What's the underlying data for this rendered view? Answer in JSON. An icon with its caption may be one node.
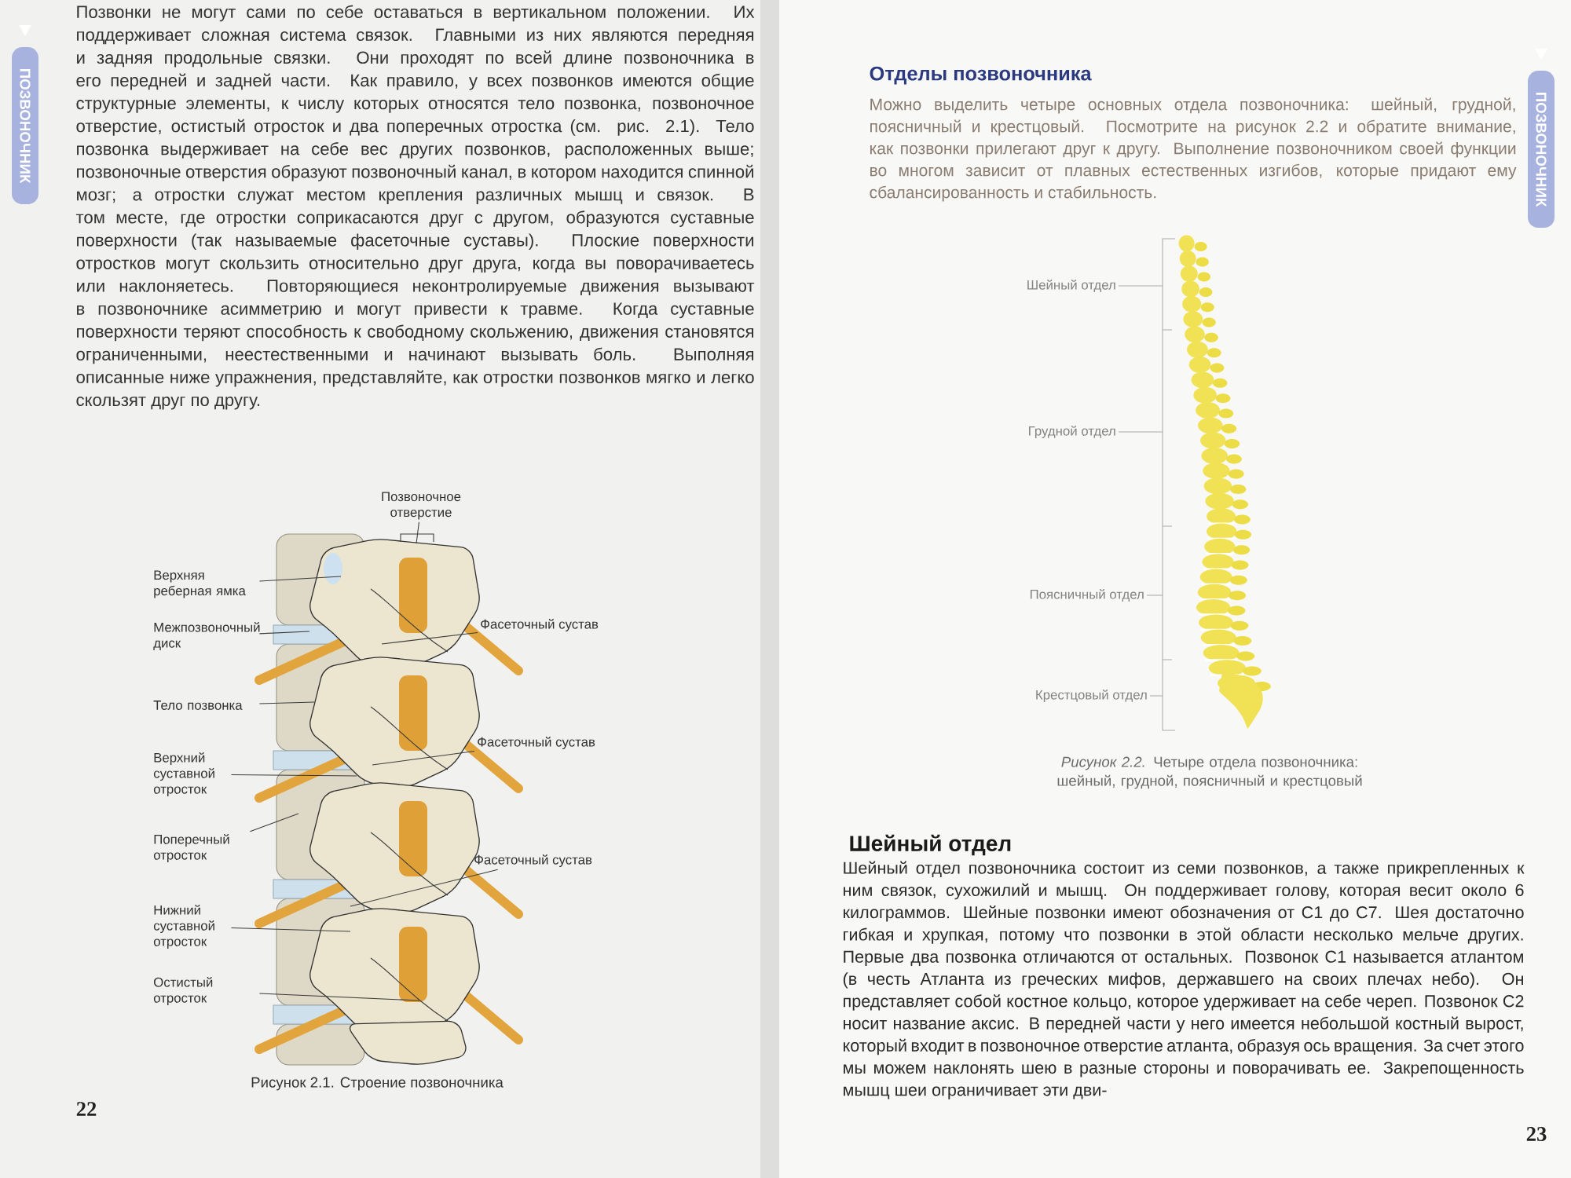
{
  "diagram": {
    "nodes": [
      {
        "text": [
          "ПОЗВОНОЧНИК"
        ]
      },
      {
        "text": [
          "Позвоночное отверстие"
        ]
      },
      {
        "text": [
          "Верхняя реберная ямка"
        ]
      },
      {
        "text": [
          "Межпозвоночный диск"
        ]
      },
      {
        "text": [
          "Тело позвонка"
        ]
      },
      {
        "text": [
          "Верхний суставной отросток"
        ]
      },
      {
        "text": [
          "Поперечный отросток"
        ]
      },
      {
        "text": [
          "Нижний суставной отросток"
        ]
      },
      {
        "text": [
          "Остистый отросток"
        ]
      },
      {
        "text": [
          "Фасеточный сустав"
        ]
      },
      {
        "text": [
          "Фасеточный сустав"
        ]
      },
      {
        "text": [
          "Фасеточный сустав"
        ]
      },
      {
        "text": [
          "ПОЗВОНОЧНИК"
        ]
      },
      {
        "text": [
          "Шейный отдел"
        ]
      },
      {
        "text": [
          "Грудной отдел"
        ]
      },
      {
        "text": [
          "Поясничный отдел"
        ]
      },
      {
        "text": [
          "Крестцовый отдел"
        ]
      }
    ],
    "edges": [
      {
        "from": 1,
        "to": null,
        "arrow": "none"
      },
      {
        "from": 2,
        "to": null,
        "arrow": "none"
      },
      {
        "from": 3,
        "to": null,
        "arrow": "none"
      },
      {
        "from": 4,
        "to": null,
        "arrow": "none"
      },
      {
        "from": 5,
        "to": null,
        "arrow": "none"
      },
      {
        "from": 6,
        "to": null,
        "arrow": "none"
      },
      {
        "from": 7,
        "to": null,
        "arrow": "none"
      },
      {
        "from": 8,
        "to": null,
        "arrow": "none"
      },
      {
        "from": 9,
        "to": null,
        "arrow": "none"
      },
      {
        "from": 10,
        "to": null,
        "arrow": "none"
      },
      {
        "from": 11,
        "to": null,
        "arrow": "none"
      },
      {
        "from": 13,
        "to": null,
        "arrow": "none",
        "color": "#aaaaaa"
      },
      {
        "from": 14,
        "to": null,
        "arrow": "none",
        "color": "#aaaaaa"
      },
      {
        "from": 15,
        "to": null,
        "arrow": "none",
        "color": "#aaaaaa"
      },
      {
        "from": 16,
        "to": null,
        "arrow": "none",
        "color": "#aaaaaa"
      }
    ],
    "labels": [
      "Позвонки не могут сами по себе оставаться в вертикальном положении. Их поддерживает сложная система связок. Главными из них являются передняя и задняя продольные связки. Они проходят по всей длине позвоночника в его передней и задней части. Как правило, у всех позвонков имеются общие структурные элементы, к числу которых относятся тело позвонка, позвоночное отверстие, остистый отросток и два поперечных отростка (см. рис. 2.1). Тело позвонка выдерживает на себе вес других позвонков, расположенных выше; позвоночные отверстия образуют позвоночный канал, в котором находится спинной мозг; а отростки служат местом крепления различных мышц и связок. В том месте, где отростки соприкасаются друг с другом, образуются суставные поверхности (так называемые фасеточные суставы). Плоские поверхности отростков могут скользить относительно друг друга, когда вы поворачиваетесь или наклоняетесь. Повторяющиеся неконтролируемые движения вызывают в позвоночнике асимметрию и могут привести к травме. Когда суставные поверхности теряют способность к свободному скольжению, движения становятся ограниченными, неестественными и начинают вызывать боль. Выполняя описанные ниже упражнения, представляйте, как отростки позвонков мягко и легко скользят друг по другу.",
      "Рисунок 2.1. Строение позвоночника",
      "22",
      "Отделы позвоночника",
      "Можно выделить четыре основных отдела позвоночника: шейный, грудной, поясничный и крестцовый. Посмотрите на рисунок 2.2 и обратите внимание, как позвонки прилегают друг к другу. Выполнение позвоночником своей функции во многом зависит от плавных естественных изгибов, которые придают ему сбалансированность и стабильность.",
      "*Рисунок 2.2.* Четыре отдела позвоночника: шейный, грудной, поясничный и крестцовый",
      "Шейный отдел",
      "Шейный отдел позвоночника состоит из семи позвонков, а также прикрепленных к ним связок, сухожилий и мышц. Он поддерживает голову, которая весит около 6 килограммов. Шейные позвонки имеют обозначения от C1 до C7. Шея достаточно гибкая и хрупкая, потому что позвонки в этой области несколько мельче других. Первые два позвонка отличаются от остальных. Позвонок C1 называется атлантом (в честь Атланта из греческих мифов, державшего на своих плечах небо). Он представляет собой костное кольцо, которое удерживает на себе череп. Позвонок C2 носит название аксис. В передней части у него имеется небольшой костный вырост, который входит в позвоночное отверстие атланта, образуя ось вращения. За счет этого мы можем наклонять шею в разные стороны и поворачивать ее. Закрепощенность мышц шеи ограничивает эти дви-",
      "23"
    ]
  }
}
